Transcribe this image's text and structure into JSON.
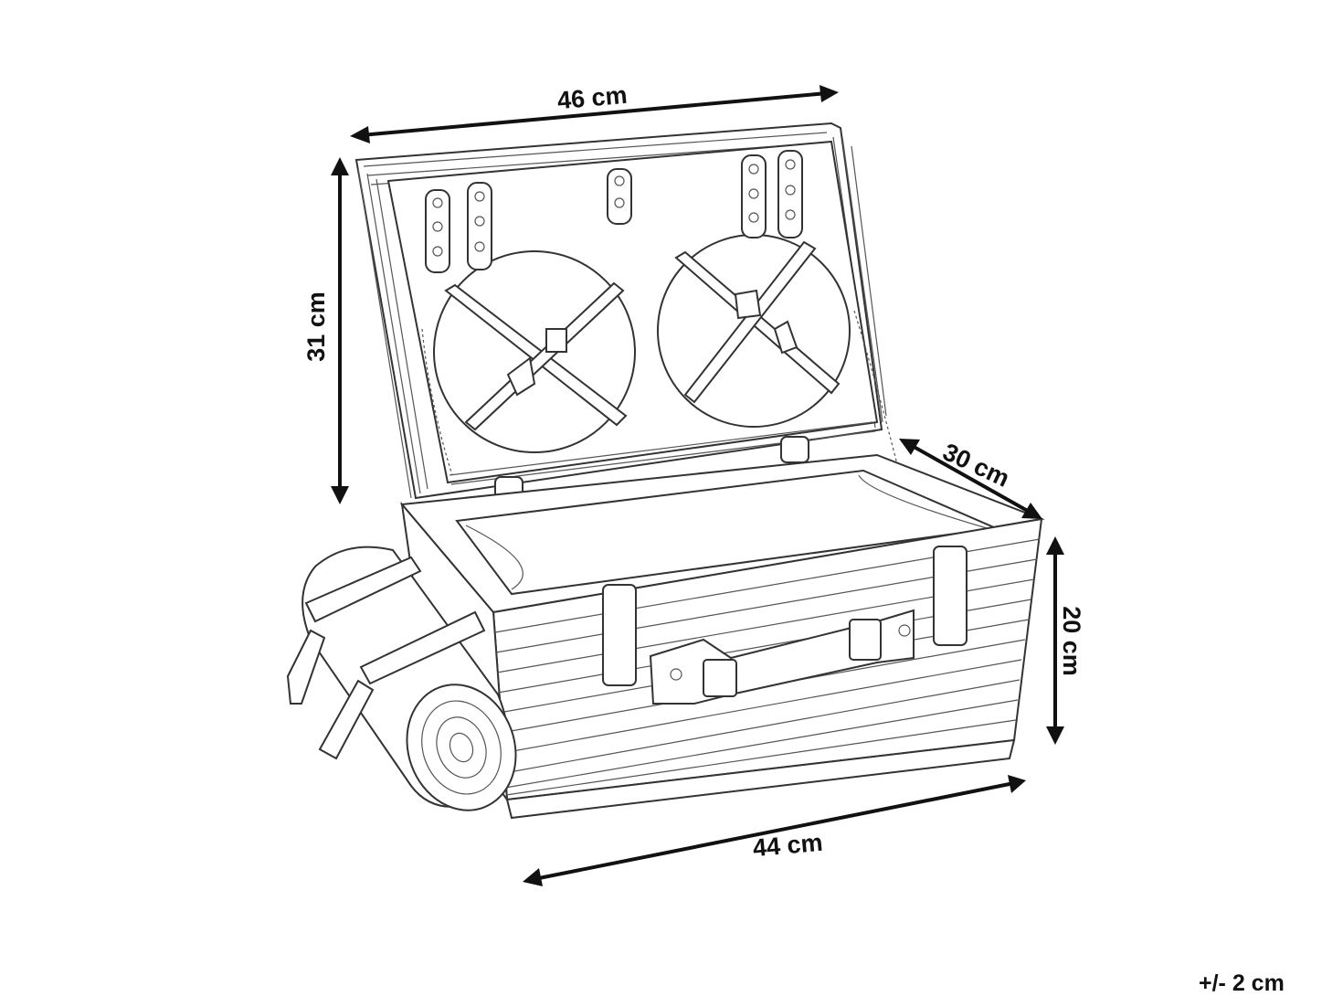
{
  "dimensions": {
    "top_width": "46 cm",
    "lid_height": "31 cm",
    "depth": "30 cm",
    "height": "20 cm",
    "bottom_width": "44 cm"
  },
  "tolerance": "+/- 2 cm",
  "colors": {
    "line": "#333333",
    "dimension": "#111111",
    "background": "#ffffff"
  }
}
